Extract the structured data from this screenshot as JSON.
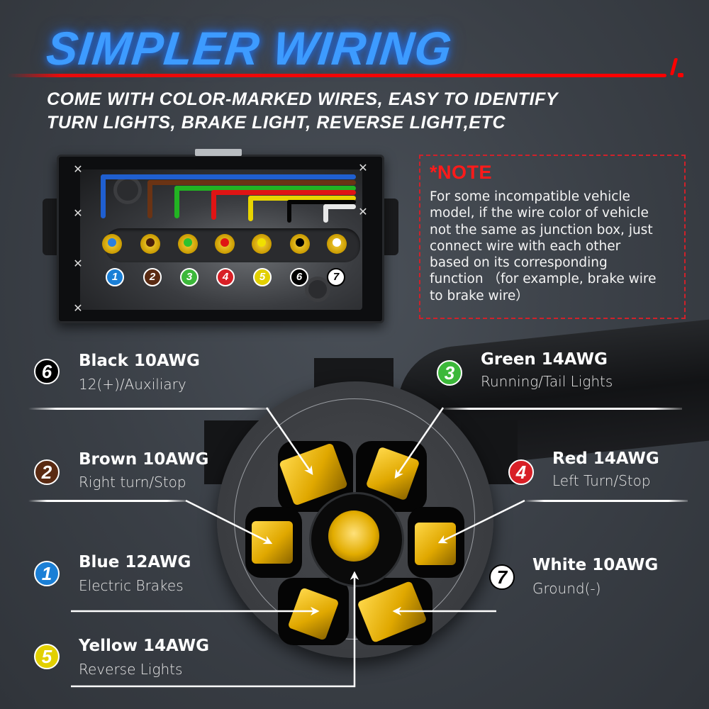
{
  "header": {
    "title": "SIMPLER WIRING",
    "subtitle_line1": "COME WITH COLOR-MARKED WIRES, EASY TO IDENTIFY",
    "subtitle_line2": "TURN LIGHTS, BRAKE LIGHT, REVERSE LIGHT,ETC",
    "title_color": "#3d9bff",
    "accent_line_color": "#ff0000"
  },
  "note": {
    "title": "*NOTE",
    "lines": [
      "For some incompatible vehicle",
      "model, if the wire color of vehicle",
      "not the same as junction box, just",
      "connect wire with each other",
      "based on its corresponding",
      "function （for example, brake wire",
      "to brake wire）"
    ],
    "border_color": "#d0212a"
  },
  "junction_box": {
    "terminals": [
      {
        "number": "1",
        "color": "#1a7fd6"
      },
      {
        "number": "2",
        "color": "#5a2a12"
      },
      {
        "number": "3",
        "color": "#3cb83a"
      },
      {
        "number": "4",
        "color": "#d81f26"
      },
      {
        "number": "5",
        "color": "#e2d000"
      },
      {
        "number": "6",
        "color": "#000000"
      },
      {
        "number": "7",
        "color": "#ffffff"
      }
    ]
  },
  "wires": [
    {
      "number": "6",
      "name": "Black 10AWG",
      "function": "12(+)/Auxiliary",
      "color": "#000000",
      "text_color": "#ffffff"
    },
    {
      "number": "3",
      "name": "Green 14AWG",
      "function": "Running/Tail Lights",
      "color": "#3cb83a",
      "text_color": "#ffffff"
    },
    {
      "number": "2",
      "name": "Brown 10AWG",
      "function": "Right turn/Stop",
      "color": "#5a2a12",
      "text_color": "#ffffff"
    },
    {
      "number": "4",
      "name": "Red 14AWG",
      "function": "Left Turn/Stop",
      "color": "#d81f26",
      "text_color": "#ffffff"
    },
    {
      "number": "1",
      "name": "Blue 12AWG",
      "function": "Electric Brakes",
      "color": "#1a7fd6",
      "text_color": "#ffffff"
    },
    {
      "number": "7",
      "name": "White 10AWG",
      "function": "Ground(-)",
      "color": "#ffffff",
      "text_color": "#000000"
    },
    {
      "number": "5",
      "name": "Yellow 14AWG",
      "function": "Reverse Lights",
      "color": "#e2d000",
      "text_color": "#ffffff"
    }
  ]
}
